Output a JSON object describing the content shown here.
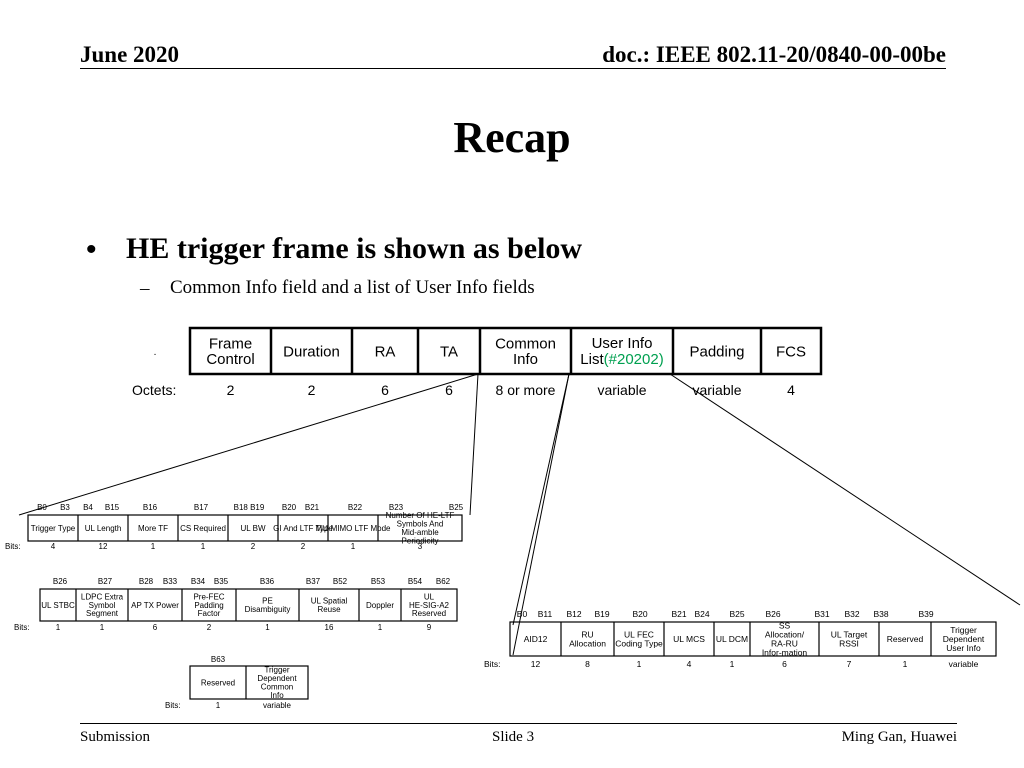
{
  "header": {
    "date": "June 2020",
    "doc": "doc.: IEEE 802.11-20/0840-00-00be"
  },
  "title": "Recap",
  "bullet": {
    "marker": "•",
    "text": "HE trigger frame is shown as below"
  },
  "sub_bullet": {
    "marker": "–",
    "text": "Common Info field and a list of User Info fields"
  },
  "footer": {
    "left": "Submission",
    "center": "Slide 3",
    "right": "Ming Gan, Huawei"
  },
  "colors": {
    "highlight": "#00a050"
  },
  "frame": {
    "fields": [
      "Frame Control",
      "Duration",
      "RA",
      "TA",
      "Common Info",
      "User Info List",
      "Padding",
      "FCS"
    ],
    "user_info_ref": "(#20202)",
    "octets_label": "Octets:",
    "octets": [
      "2",
      "2",
      "6",
      "6",
      "8 or more",
      "variable",
      "variable",
      "4"
    ]
  },
  "common_info_1": {
    "bit_labels": [
      "B0",
      "B3",
      "B4",
      "B15",
      "B16",
      "B17",
      "B18 B19",
      "B20",
      "B21",
      "B22",
      "B23",
      "B25"
    ],
    "fields": [
      "Trigger Type",
      "UL Length",
      "More TF",
      "CS Required",
      "UL BW",
      "GI And LTF Type",
      "MU-MIMO LTF Mode",
      "Number Of HE-LTF Symbols And Mid-amble Periodicity"
    ],
    "bits_label": "Bits:",
    "bits": [
      "4",
      "12",
      "1",
      "1",
      "2",
      "2",
      "1",
      "3"
    ]
  },
  "common_info_2": {
    "bit_labels": [
      "B26",
      "B27",
      "B28",
      "B33",
      "B34",
      "B35",
      "B36",
      "B37",
      "B52",
      "B53",
      "B54",
      "B62"
    ],
    "fields": [
      "UL STBC",
      "LDPC Extra Symbol Segment",
      "AP TX Power",
      "Pre-FEC Padding Factor",
      "PE Disambiguity",
      "UL Spatial Reuse",
      "Doppler",
      "UL HE-SIG-A2 Reserved"
    ],
    "bits_label": "Bits:",
    "bits": [
      "1",
      "1",
      "6",
      "2",
      "1",
      "16",
      "1",
      "9"
    ]
  },
  "common_info_3": {
    "bit_labels": [
      "B63"
    ],
    "fields": [
      "Reserved",
      "Trigger Dependent Common Info"
    ],
    "bits_label": "Bits:",
    "bits": [
      "1",
      "variable"
    ]
  },
  "user_info": {
    "bit_labels": [
      "B0",
      "B11",
      "B12",
      "B19",
      "B20",
      "B21",
      "B24",
      "B25",
      "B26",
      "B31",
      "B32",
      "B38",
      "B39"
    ],
    "fields": [
      "AID12",
      "RU Allocation",
      "UL FEC Coding Type",
      "UL MCS",
      "UL DCM",
      "SS Allocation/ RA-RU Infor-mation",
      "UL Target RSSI",
      "Reserved",
      "Trigger Dependent User Info"
    ],
    "bits_label": "Bits:",
    "bits": [
      "12",
      "8",
      "1",
      "4",
      "1",
      "6",
      "7",
      "1",
      "variable"
    ]
  }
}
